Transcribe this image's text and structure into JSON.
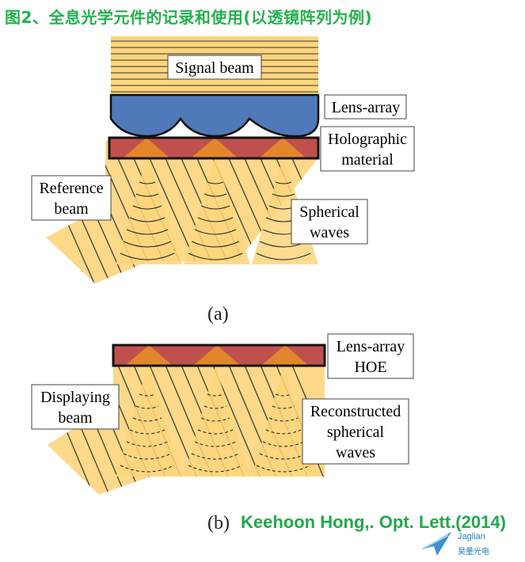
{
  "title": "图2、全息光学元件的记录和使用(以透镜阵列为例)",
  "title_color": "#22b24c",
  "citation": "Keehoon Hong,. Opt. Lett.(2014)",
  "citation_color": "#22a84a",
  "colors": {
    "beam_yellow": "#fdd57c",
    "lens_blue": "#4f79b9",
    "holo_red": "#c0504d",
    "holo_orange": "#e2862c",
    "outline": "#111111"
  },
  "panel_a": {
    "label": "(a)",
    "signal_beam": "Signal beam",
    "lens_array": "Lens-array",
    "holographic_line1": "Holographic",
    "holographic_line2": "material",
    "reference_line1": "Reference",
    "reference_line2": "beam",
    "spherical_line1": "Spherical",
    "spherical_line2": "waves"
  },
  "panel_b": {
    "label": "(b)",
    "hoe_line1": "Lens-array",
    "hoe_line2": "HOE",
    "displaying_line1": "Displaying",
    "displaying_line2": "beam",
    "recon_line1": "Reconstructed",
    "recon_line2": "spherical",
    "recon_line3": "waves"
  },
  "watermark": {
    "logo_icon": "light-wave-logo-icon",
    "text": "Jaglian",
    "text_cn": "昊量光电"
  }
}
